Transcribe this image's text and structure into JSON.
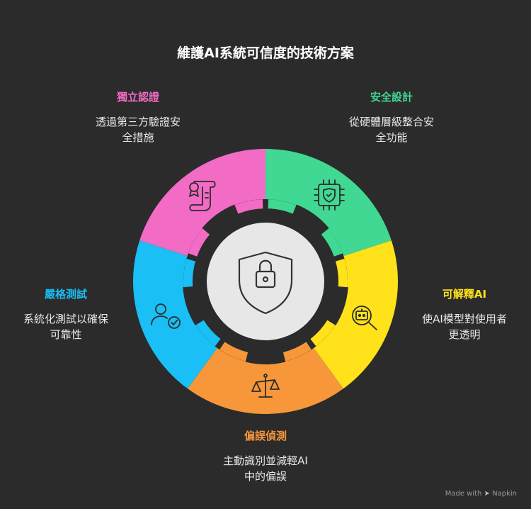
{
  "title": "維護AI系統可信度的技術方案",
  "segments": [
    {
      "head": "獨立認證",
      "desc": "透過第三方驗證安\n全措施",
      "color": "#f26bc4",
      "icon": "certificate-icon"
    },
    {
      "head": "安全設計",
      "desc": "從硬體層級整合安\n全功能",
      "color": "#40d892",
      "icon": "chip-shield-icon"
    },
    {
      "head": "可解釋AI",
      "desc": "使AI模型對使用者\n更透明",
      "color": "#ffe21a",
      "icon": "robot-magnifier-icon"
    },
    {
      "head": "偏誤偵測",
      "desc": "主動識別並減輕AI\n中的偏誤",
      "color": "#f7973a",
      "icon": "scale-icon"
    },
    {
      "head": "嚴格測試",
      "desc": "系統化測試以確保\n可靠性",
      "color": "#19bff5",
      "icon": "user-check-icon"
    }
  ],
  "center_icon": "shield-lock-icon",
  "footer": {
    "made_with": "Made with",
    "brand": "Napkin"
  }
}
